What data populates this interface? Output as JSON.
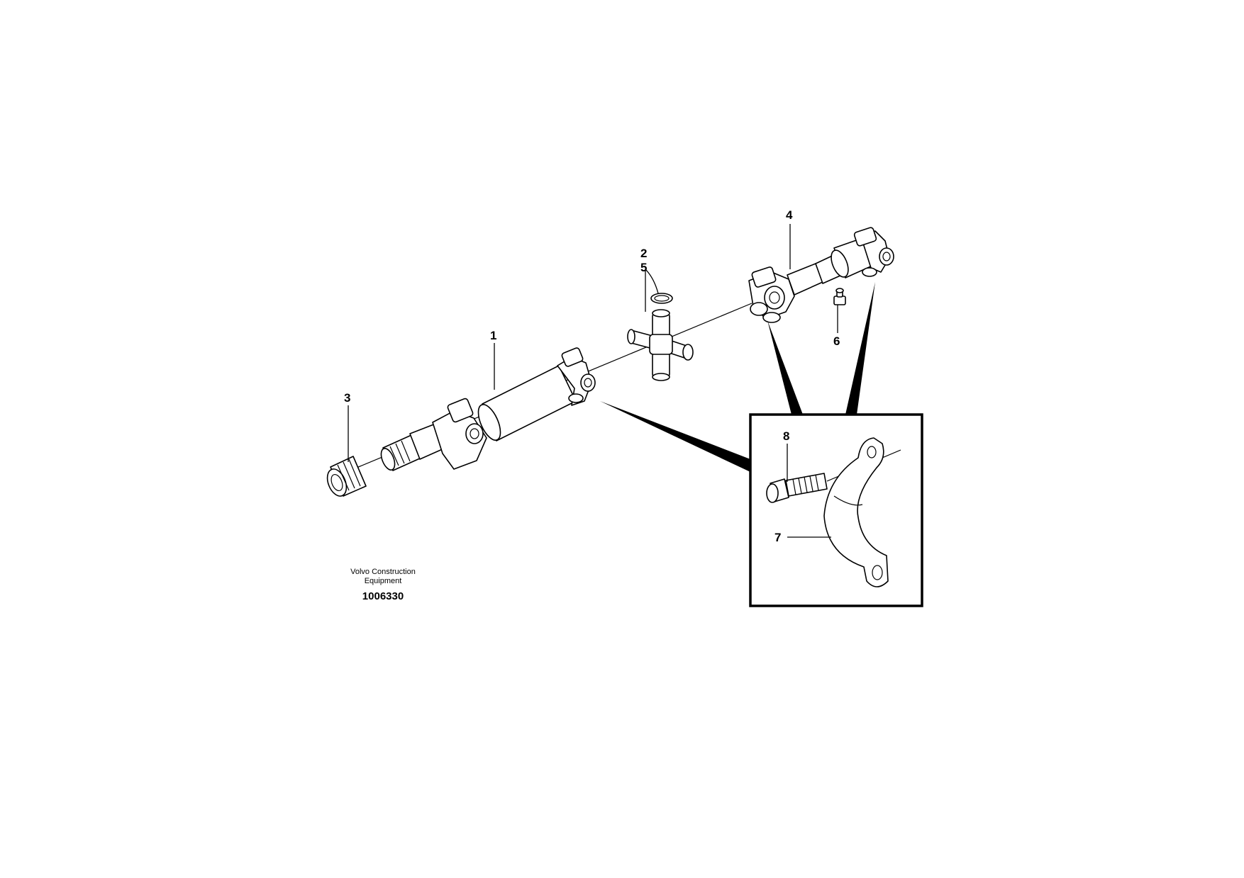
{
  "callouts": {
    "part1": "1",
    "part2": "2",
    "part3": "3",
    "part4": "4",
    "part5": "5",
    "part6": "6",
    "part7": "7",
    "part8": "8"
  },
  "caption": {
    "company_line1": "Volvo Construction",
    "company_line2": "Equipment",
    "drawing_number": "1006330"
  },
  "colors": {
    "line": "#000000",
    "background": "#ffffff"
  }
}
